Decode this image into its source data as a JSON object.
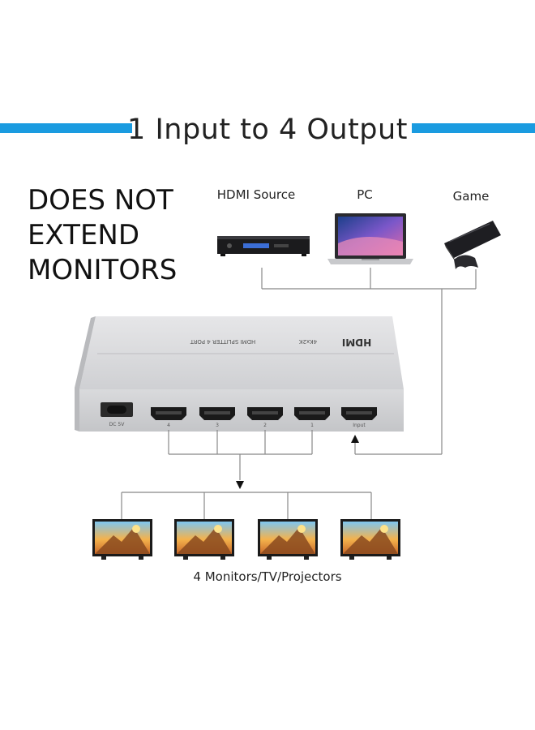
{
  "header": {
    "title": "1 Input to 4 Output",
    "accent_color": "#1a9be0"
  },
  "notice": {
    "line1": "DOES NOT",
    "line2": "EXTEND",
    "line3": "MONITORS"
  },
  "sources": [
    {
      "label": "HDMI Source",
      "icon": "set-top-box-icon"
    },
    {
      "label": "PC",
      "icon": "laptop-icon"
    },
    {
      "label": "Game",
      "icon": "game-console-icon"
    }
  ],
  "splitter": {
    "top_text_left": "HDMI SPLITTER 4 PORT",
    "top_text_mid": "4Kx2K",
    "logo_text": "HDMI",
    "power_label": "DC 5V",
    "ports": [
      "4",
      "3",
      "2",
      "1"
    ],
    "input_label": "Input"
  },
  "outputs": {
    "label": "4 Monitors/TV/Projectors",
    "count": 4
  }
}
